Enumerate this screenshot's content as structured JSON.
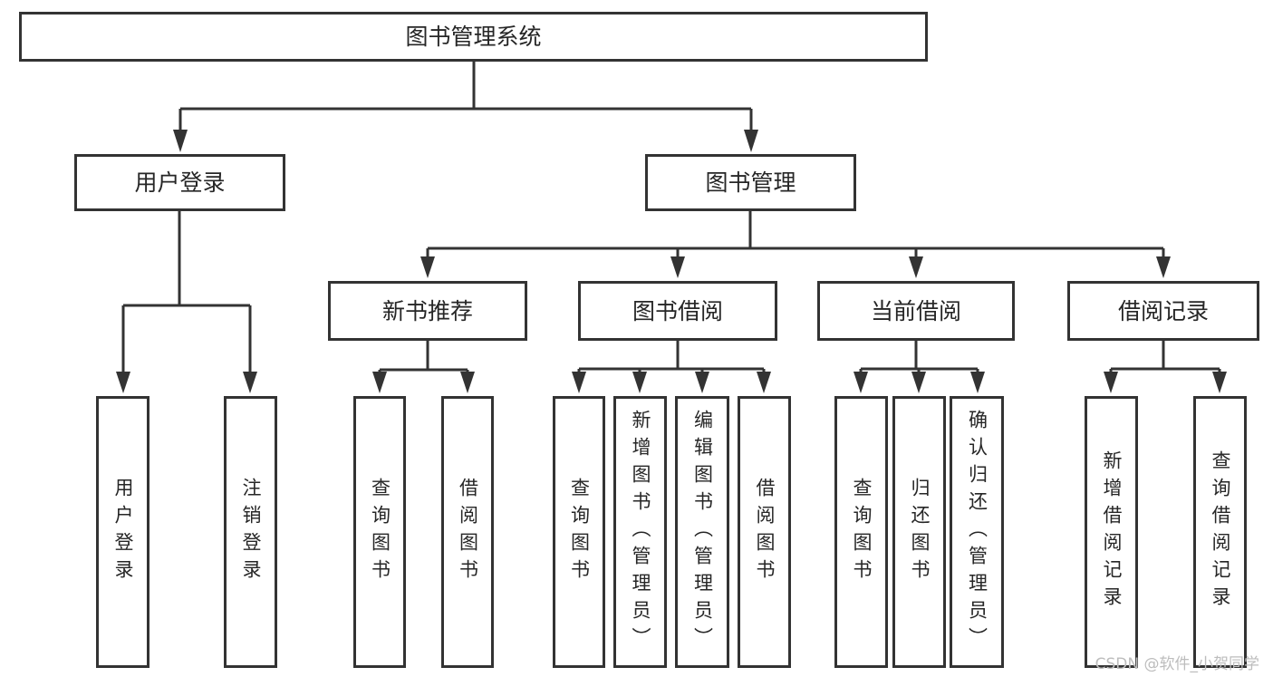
{
  "diagram": {
    "root": {
      "label": "图书管理系统"
    },
    "branches": [
      {
        "label": "用户登录",
        "children": [
          {
            "label": "用户登录"
          },
          {
            "label": "注销登录"
          }
        ]
      },
      {
        "label": "图书管理",
        "children": [
          {
            "label": "新书推荐",
            "children": [
              {
                "label": "查询图书"
              },
              {
                "label": "借阅图书"
              }
            ]
          },
          {
            "label": "图书借阅",
            "children": [
              {
                "label": "查询图书"
              },
              {
                "label": "新增图书（管理员）"
              },
              {
                "label": "编辑图书（管理员）"
              },
              {
                "label": "借阅图书"
              }
            ]
          },
          {
            "label": "当前借阅",
            "children": [
              {
                "label": "查询图书"
              },
              {
                "label": "归还图书"
              },
              {
                "label": "确认归还（管理员）"
              }
            ]
          },
          {
            "label": "借阅记录",
            "children": [
              {
                "label": "新增借阅记录"
              },
              {
                "label": "查询借阅记录"
              }
            ]
          }
        ]
      }
    ]
  },
  "watermark": {
    "text": "CSDN @软件_小贺同学"
  },
  "colors": {
    "line": "#333333",
    "text": "#262626",
    "background": "#ffffff",
    "watermark": "#bdbdbd"
  }
}
